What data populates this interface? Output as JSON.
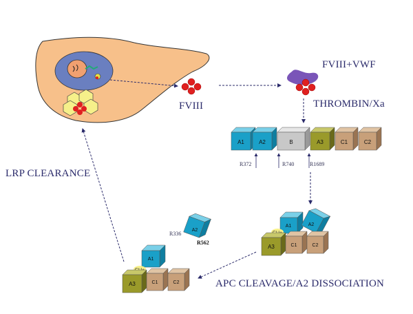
{
  "labels": {
    "fviii": "FVIII",
    "fviii_vwf": "FVIII+VWF",
    "thrombin": "THROMBIN/Xa",
    "lrp": "LRP CLEARANCE",
    "apc": "APC CLEAVAGE/A2 DISSOCIATION"
  },
  "domains": {
    "a1": "A1",
    "a2": "A2",
    "b": "B",
    "a3": "A3",
    "c1": "C1",
    "c2": "C2",
    "cu": "CU+"
  },
  "cleavage_sites": {
    "r372": "R372",
    "r740": "R740",
    "r1689": "R1689",
    "r336": "R336",
    "r562": "R562"
  },
  "colors": {
    "a_domain": "#1aa0c8",
    "b_domain": "#c8c8c8",
    "a3_domain": "#9a9a2a",
    "c_domain": "#c8a07a",
    "cell": "#f7c08a",
    "nucleus": "#6a7fc0",
    "dots": "#e02020",
    "vwf": "#7a55b8",
    "text": "#2a2a6a"
  }
}
